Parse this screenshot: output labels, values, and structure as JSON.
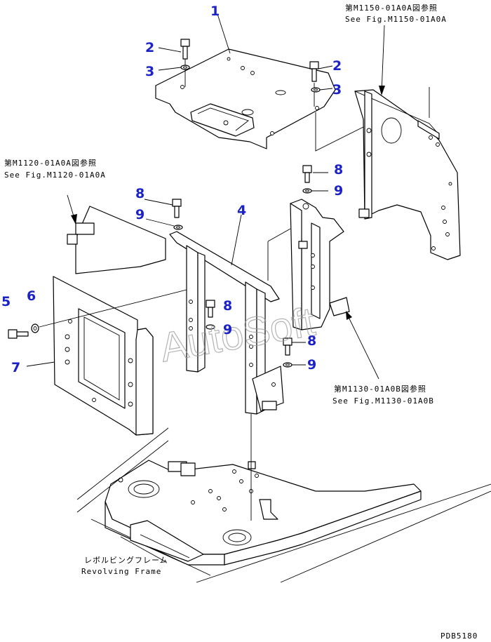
{
  "callouts": [
    {
      "id": "c1",
      "label": "1"
    },
    {
      "id": "c2a",
      "label": "2"
    },
    {
      "id": "c3a",
      "label": "3"
    },
    {
      "id": "c2b",
      "label": "2"
    },
    {
      "id": "c3b",
      "label": "3"
    },
    {
      "id": "c4",
      "label": "4"
    },
    {
      "id": "c5",
      "label": "5"
    },
    {
      "id": "c6",
      "label": "6"
    },
    {
      "id": "c7",
      "label": "7"
    },
    {
      "id": "c8a",
      "label": "8"
    },
    {
      "id": "c9a",
      "label": "9"
    },
    {
      "id": "c8b",
      "label": "8"
    },
    {
      "id": "c9b",
      "label": "9"
    },
    {
      "id": "c8c",
      "label": "8"
    },
    {
      "id": "c9c",
      "label": "9"
    },
    {
      "id": "c8d",
      "label": "8"
    },
    {
      "id": "c9d",
      "label": "9"
    }
  ],
  "references": {
    "m1150": {
      "jp": "第M1150-01A0A図参照",
      "en": "See Fig.M1150-01A0A"
    },
    "m1120": {
      "jp": "第M1120-01A0A図参照",
      "en": "See Fig.M1120-01A0A"
    },
    "m1130": {
      "jp": "第M1130-01A0B図参照",
      "en": "See Fig.M1130-01A0B"
    },
    "frame": {
      "jp": "レボルビングフレーム",
      "en": "Revolving Frame"
    }
  },
  "watermark": "AutoSoft",
  "drawing_code": "PDB5180",
  "colors": {
    "callout": "#1a22c8",
    "line": "#000000",
    "watermark": "#9a9a9a"
  }
}
